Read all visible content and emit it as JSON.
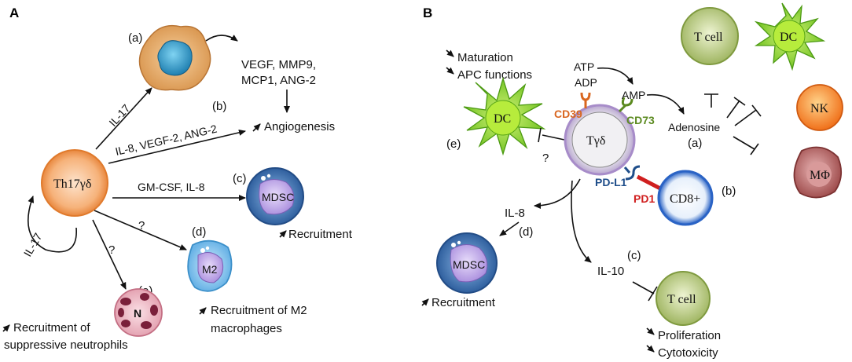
{
  "panelA": {
    "label": "A",
    "th17_cell": "Th17γδ",
    "il17_top": "IL-17",
    "il17_loop": "IL-17",
    "mark_a": "(a)",
    "mark_b": "(b)",
    "mark_c": "(c)",
    "mark_d": "(d)",
    "mark_e": "(e)",
    "factors_line1": "VEGF, MMP9,",
    "factors_line2": "MCP1, ANG-2",
    "angiogenesis": "Angiogenesis",
    "il8_vegf": "IL-8, VEGF-2, ANG-2",
    "gmcsf": "GM-CSF, IL-8",
    "mdsc": "MDSC",
    "recruitment": "Recruitment",
    "q_d": "?",
    "q_e": "?",
    "m2": "M2",
    "m2_line1": "Recruitment of M2",
    "m2_line2": "macrophages",
    "neutrophil": "N",
    "neut_line1": "Recruitment of",
    "neut_line2": "suppressive neutrophils"
  },
  "panelB": {
    "label": "B",
    "maturation": "Maturation",
    "apc": "APC functions",
    "atp": "ATP",
    "adp": "ADP",
    "amp": "AMP",
    "cd39": "CD39",
    "cd73": "CD73",
    "adenosine": "Adenosine",
    "mark_a": "(a)",
    "mark_b": "(b)",
    "mark_c": "(c)",
    "mark_d": "(d)",
    "mark_e": "(e)",
    "dc": "DC",
    "dc_top": "DC",
    "tgd": "Tγδ",
    "q": "?",
    "tcell_top": "T cell",
    "nk": "NK",
    "macrophage": "MΦ",
    "pdl1": "PD-L1",
    "pd1": "PD1",
    "cd8": "CD8+",
    "il8": "IL-8",
    "mdsc": "MDSC",
    "recruitment": "Recruitment",
    "il10": "IL-10",
    "tcell_bottom": "T cell",
    "proliferation": "Proliferation",
    "cytotoxicity": "Cytotoxicity"
  },
  "colors": {
    "cd39": "#d9661f",
    "cd73": "#5b8a1f",
    "pdl1": "#1f4e8a",
    "pd1": "#d01f1f"
  }
}
